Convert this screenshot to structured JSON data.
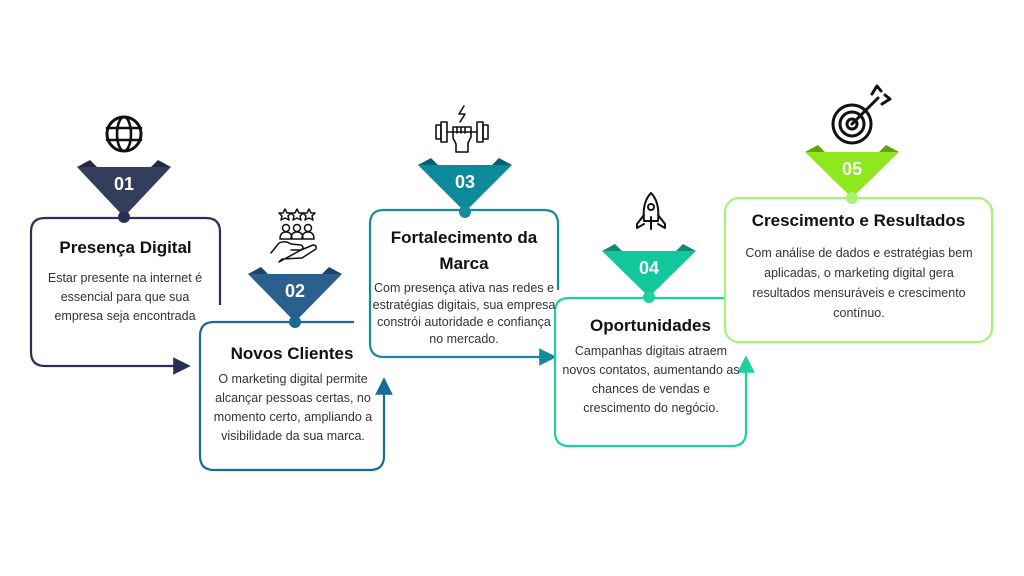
{
  "steps": [
    {
      "number": "01",
      "title": "Presença Digital",
      "description": "Estar presente na internet é essencial para que sua empresa seja encontrada",
      "icon": "globe-icon",
      "color": "#343d5b",
      "border": "#2b2f55"
    },
    {
      "number": "02",
      "title": "Novos Clientes",
      "description": "O marketing digital permite alcançar pessoas certas, no momento certo, ampliando a visibilidade da sua marca.",
      "icon": "customers-hand-icon",
      "color": "#2b5f8e",
      "border": "#1a6a96"
    },
    {
      "number": "03",
      "title": "Fortalecimento da Marca",
      "description": "Com presença ativa nas redes e estratégias digitais, sua empresa constrói autoridade e confiança no mercado.",
      "icon": "dumbbell-fist-icon",
      "color": "#0c8a9b",
      "border": "#168a9e"
    },
    {
      "number": "04",
      "title": "Oportunidades",
      "description": "Campanhas digitais atraem novos contatos, aumentando as chances de vendas e crescimento do negócio.",
      "icon": "rocket-icon",
      "color": "#13c79c",
      "border": "#1ecf9f"
    },
    {
      "number": "05",
      "title": "Crescimento e Resultados",
      "description": "Com análise de dados e estratégias bem aplicadas, o marketing digital gera resultados mensuráveis e crescimento contínuo.",
      "icon": "target-icon",
      "color": "#8fe81d",
      "border": "#a8f27a"
    }
  ]
}
